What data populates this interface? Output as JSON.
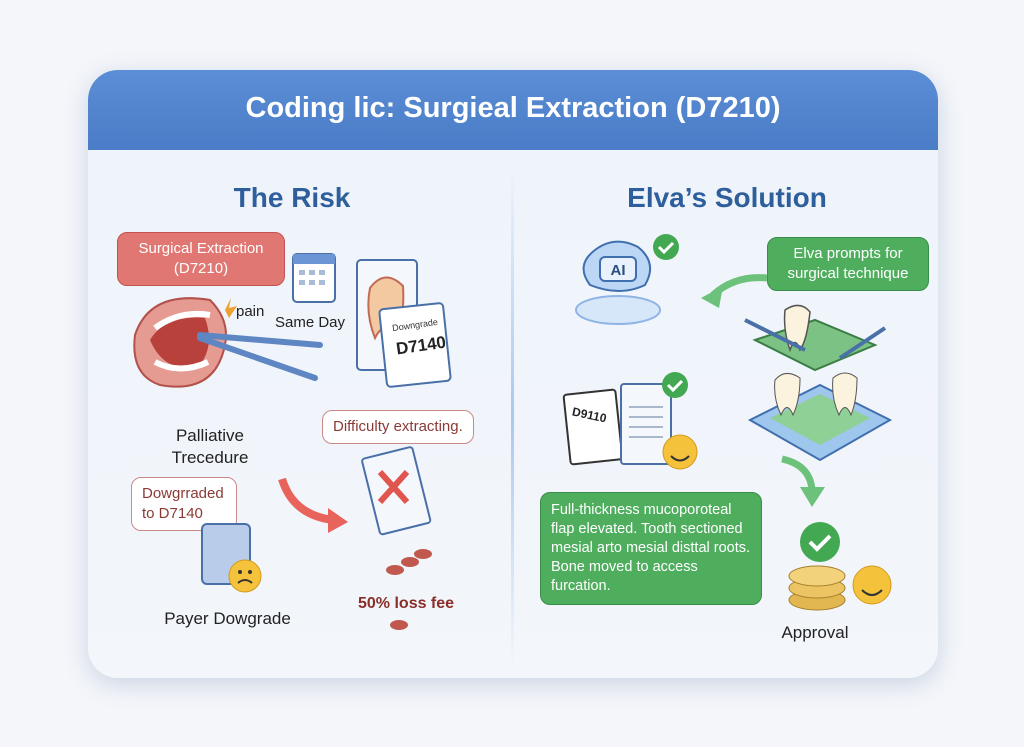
{
  "title": "Coding lic: Surgieal Extraction (D7210)",
  "risk": {
    "heading": "The Risk",
    "claim_bubble": [
      "Surgical Extraction",
      "(D7210)"
    ],
    "pain": "pain",
    "same_day": "Same Day",
    "doc_code": "D7140",
    "doc_stamp": "Downgrade",
    "procedure": [
      "Palliative",
      "Trecedure"
    ],
    "difficulty": "Difficulty extracting.",
    "downgrade_bubble": [
      "Dowgrraded",
      "to D7140"
    ],
    "payer": "Payer Dowgrade",
    "loss": "50% loss fee"
  },
  "solution": {
    "heading": "Elva’s Solution",
    "ai_label": "AI",
    "prompt_bubble": [
      "Elva prompts for",
      "surgical technique"
    ],
    "doc_code": "D9110",
    "note": "Full-thickness mucoporoteal flap elevated. Tooth sectioned mesial arto mesial disttal roots. Bone moved to access furcation.",
    "approval": "Approval"
  },
  "colors": {
    "header": "#4a7cc7",
    "risk": "#e07772",
    "solution": "#4fae5e"
  }
}
